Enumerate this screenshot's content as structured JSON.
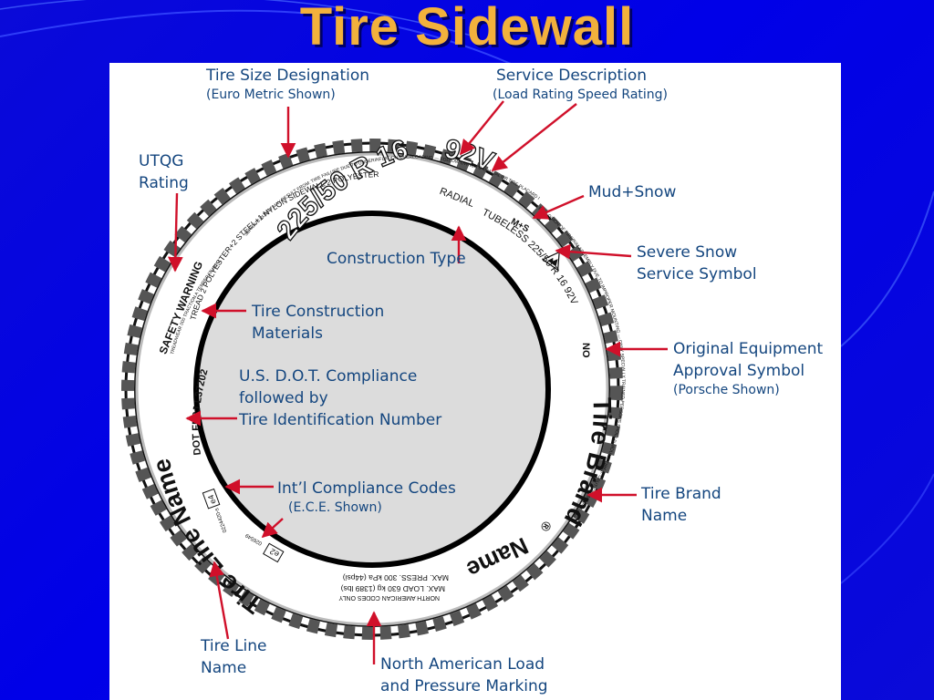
{
  "slide": {
    "title": "Tire Sidewall",
    "background_color": "#0000e8",
    "title_color": "#f2b13c"
  },
  "diagram": {
    "label_color": "#14467f",
    "arrow_color": "#d0102a",
    "labels": {
      "tire_size": {
        "line1": "Tire Size Designation",
        "line2": "(Euro Metric Shown)"
      },
      "service_description": {
        "line1": "Service Description",
        "line2": "(Load Rating  Speed Rating)"
      },
      "utqg": {
        "line1": "UTQG",
        "line2": "Rating"
      },
      "mud_snow": {
        "line1": "Mud+Snow"
      },
      "severe_snow": {
        "line1": "Severe Snow",
        "line2": "Service Symbol"
      },
      "construction_type": {
        "line1": "Construction Type"
      },
      "construction_materials": {
        "line1": "Tire Construction",
        "line2": "Materials"
      },
      "original_equipment": {
        "line1": "Original Equipment",
        "line2": "Approval Symbol",
        "line3": "(Porsche Shown)"
      },
      "dot": {
        "line1": "U.S. D.O.T. Compliance",
        "line2": "followed by",
        "line3": "Tire Identification Number"
      },
      "intl_codes": {
        "line1": "Int’l Compliance Codes",
        "line2": "(E.C.E. Shown)"
      },
      "tire_brand": {
        "line1": "Tire Brand",
        "line2": "Name"
      },
      "tire_line": {
        "line1": "Tire Line",
        "line2": "Name"
      },
      "north_american": {
        "line1": "North American Load",
        "line2": "and Pressure Marking"
      }
    },
    "sidewall_text": {
      "size": "225/50 R 16",
      "service": "92V",
      "plies": "TREAD 2 POLYESTER+2 STEEL+1 NYLON  SIDEWALL 2 POLYESTER",
      "radial": "RADIAL",
      "tubeless": "TUBELESS 225/50 R 16 92V",
      "mud_snow": "M+S",
      "oe_mark": "NO",
      "brand": "Tire Brand",
      "brand_name": "Name",
      "registered": "®",
      "line_name_1": "Tire Line Name",
      "safety": "SAFETY WARNING",
      "dot": "DOT FD8J L37202",
      "utqg_small": "TREADWEAR 000 TRACTION A TEMPERATURE A",
      "warning_top": "SERIOUS INJURY MAY RESULT FROM: TIRE FAILURE DUE TO UNDERINFLATION/OVERLOADING — FOLLOW OWNER'S MANUAL OR TIRE PLACARD IN VEHICLE",
      "warning_right": "EXPLOSION OF TIRE/RIM ASSEMBLY DUE TO IMPROPER MOUNTING — ONLY SPECIALLY TRAINED PERSONS SHOULD MOUNT TIRES. CAUTION: MOUNT ONLY ON RIM",
      "ece_1": "e4",
      "ece_1_num": "0224420-s",
      "ece_2": "e2",
      "ece_2_num": "026549",
      "na_1": "NORTH AMERICAN CODES ONLY",
      "na_2": "MAX. LOAD 630 kg (1389 lbs)",
      "na_3": "MAX. PRESS. 300 kPa (44psi)"
    }
  }
}
